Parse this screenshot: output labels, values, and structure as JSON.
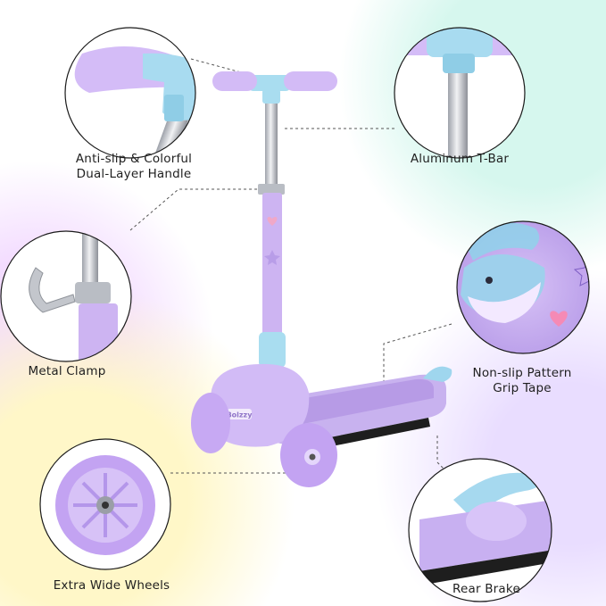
{
  "brand_text": "Bolzzy",
  "callouts": {
    "handle": {
      "lines": [
        "Anti-slip & Colorful",
        "Dual-Layer Handle"
      ]
    },
    "tbar": {
      "lines": [
        "Aluminum T-Bar"
      ]
    },
    "clamp": {
      "lines": [
        "Metal Clamp"
      ]
    },
    "grip_tape": {
      "lines": [
        "Non-slip Pattern",
        "Grip Tape"
      ]
    },
    "wheels": {
      "lines": [
        "Extra Wide Wheels"
      ]
    },
    "brake": {
      "lines": [
        "Rear Brake"
      ]
    }
  },
  "colors": {
    "purple": "#c9aef0",
    "purple_dark": "#a98bdc",
    "purple_light": "#e6d8fb",
    "blue": "#a7def1",
    "blue_dark": "#7ac4e0",
    "metal": "#c9ccd2",
    "ring": "#1a1a1a",
    "black": "#202020"
  }
}
